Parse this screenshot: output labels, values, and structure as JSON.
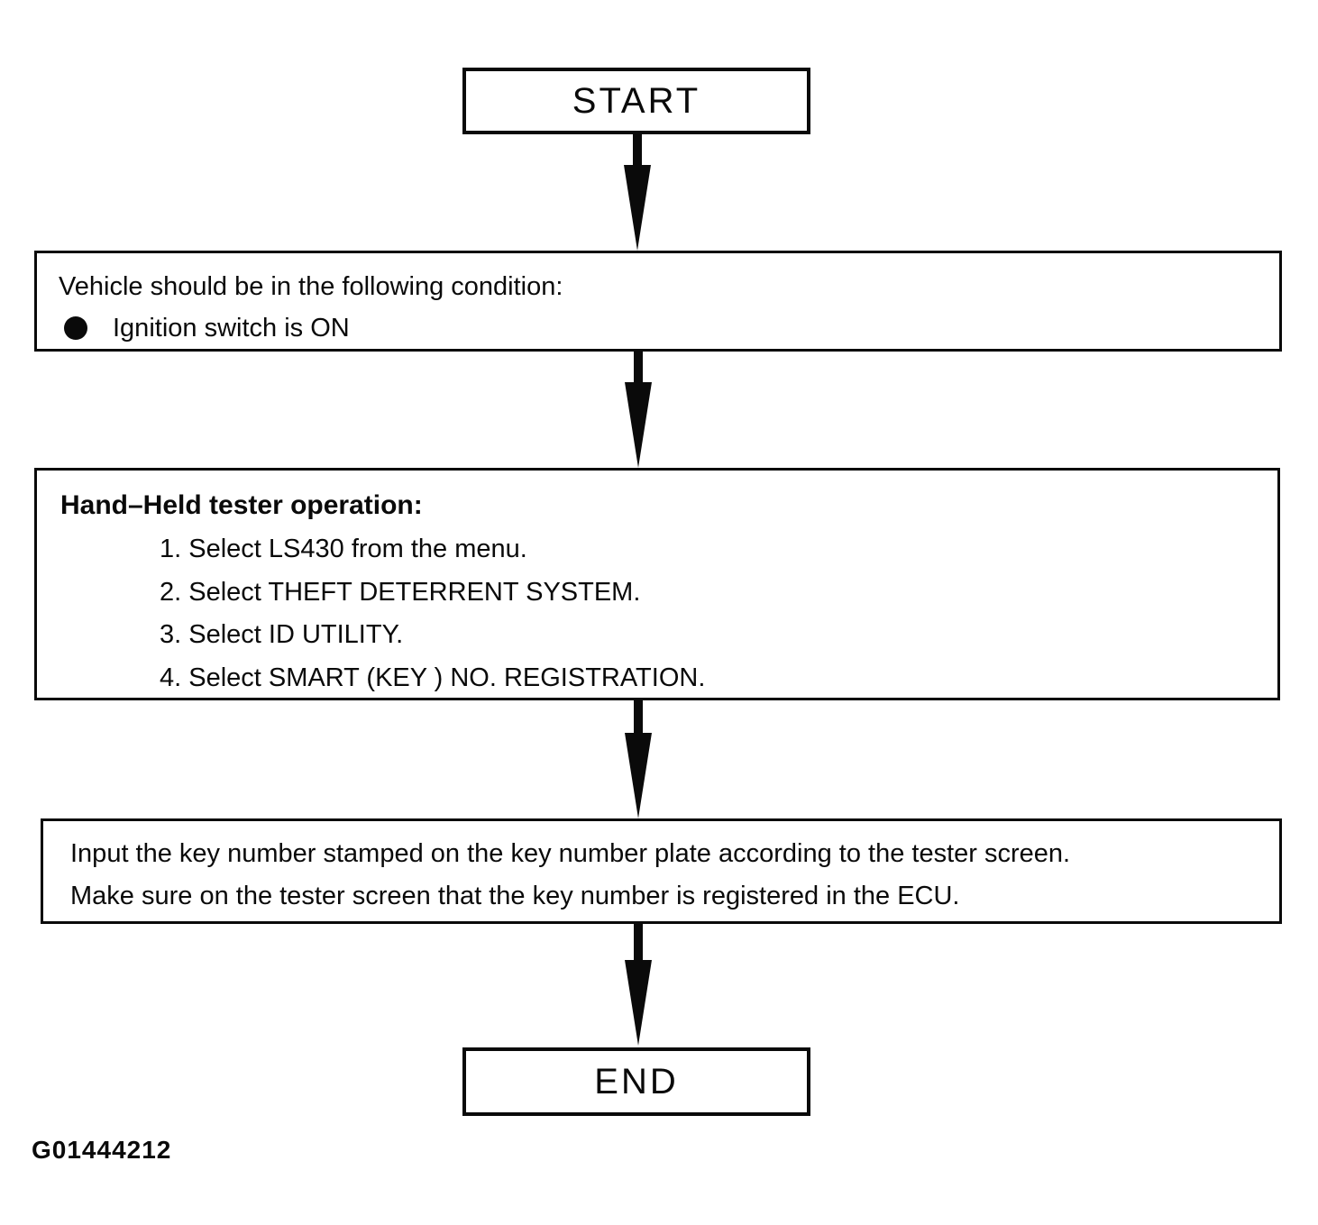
{
  "flowchart": {
    "start_label": "START",
    "condition_box": {
      "title": "Vehicle should be in the following condition:",
      "bullet_items": [
        "Ignition switch is ON"
      ]
    },
    "tester_box": {
      "title": "Hand–Held tester operation:",
      "steps": [
        "1. Select LS430 from the menu.",
        "2. Select THEFT DETERRENT SYSTEM.",
        "3. Select ID UTILITY.",
        "4. Select SMART (KEY ) NO. REGISTRATION."
      ]
    },
    "input_box": {
      "lines": [
        "Input the key number stamped on the key number plate according to the tester screen.",
        "Make sure on the tester screen that the key number is registered in the ECU."
      ]
    },
    "end_label": "END",
    "figure_id": "G01444212",
    "colors": {
      "ink": "#0a0a0a",
      "background": "#ffffff"
    }
  }
}
